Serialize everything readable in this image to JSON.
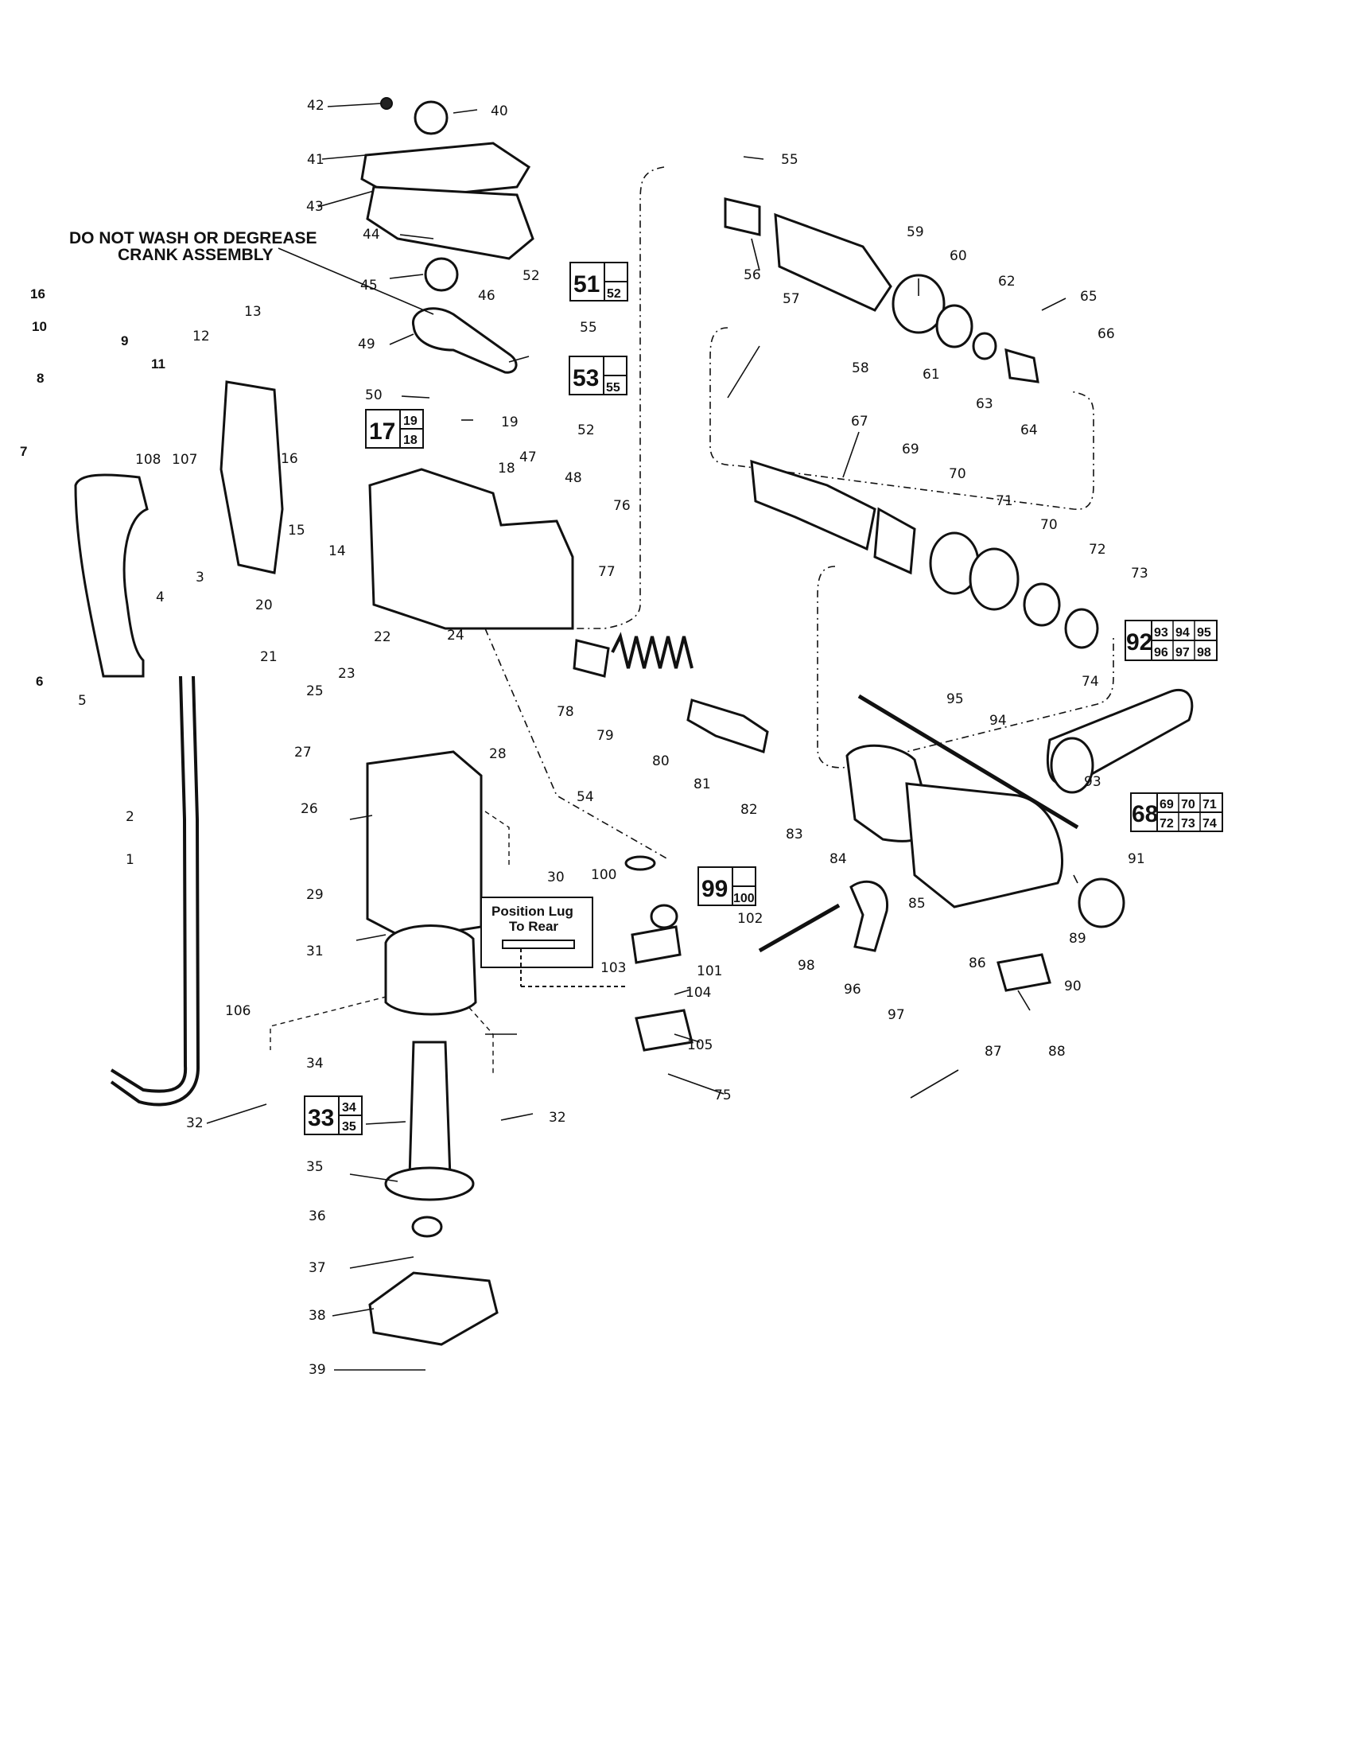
{
  "note_lines": [
    "DO NOT WASH OR DEGREASE",
    "CRANK ASSEMBLY"
  ],
  "position_note": [
    "Position Lug",
    "To Rear"
  ],
  "kits": [
    {
      "main": "51",
      "subs": [
        "52"
      ]
    },
    {
      "main": "53",
      "subs": [
        "55"
      ]
    },
    {
      "main": "17",
      "subs": [
        "19",
        "18"
      ]
    },
    {
      "main": "33",
      "subs": [
        "34",
        "35"
      ]
    },
    {
      "main": "99",
      "subs": [
        "100"
      ]
    },
    {
      "main": "92",
      "subs": [
        "93",
        "94",
        "95",
        "96",
        "97",
        "98"
      ]
    },
    {
      "main": "68",
      "subs": [
        "69",
        "70",
        "71",
        "72",
        "73",
        "74"
      ]
    }
  ],
  "callouts": [
    "1",
    "2",
    "3",
    "4",
    "5",
    "6",
    "7",
    "8",
    "9",
    "10",
    "11",
    "12",
    "13",
    "14",
    "15",
    "16",
    "16",
    "17",
    "18",
    "19",
    "20",
    "21",
    "22",
    "23",
    "24",
    "25",
    "26",
    "27",
    "28",
    "29",
    "30",
    "31",
    "32",
    "32",
    "33",
    "34",
    "35",
    "36",
    "37",
    "38",
    "39",
    "40",
    "41",
    "42",
    "43",
    "44",
    "45",
    "46",
    "47",
    "48",
    "49",
    "50",
    "51",
    "52",
    "52",
    "53",
    "54",
    "55",
    "55",
    "56",
    "57",
    "58",
    "59",
    "60",
    "61",
    "62",
    "63",
    "64",
    "65",
    "66",
    "67",
    "68",
    "69",
    "70",
    "70",
    "71",
    "72",
    "73",
    "74",
    "75",
    "76",
    "77",
    "78",
    "79",
    "80",
    "81",
    "82",
    "83",
    "84",
    "85",
    "86",
    "87",
    "88",
    "89",
    "90",
    "91",
    "92",
    "93",
    "94",
    "95",
    "96",
    "97",
    "98",
    "99",
    "100",
    "101",
    "102",
    "103",
    "104",
    "105",
    "106",
    "107",
    "108"
  ]
}
